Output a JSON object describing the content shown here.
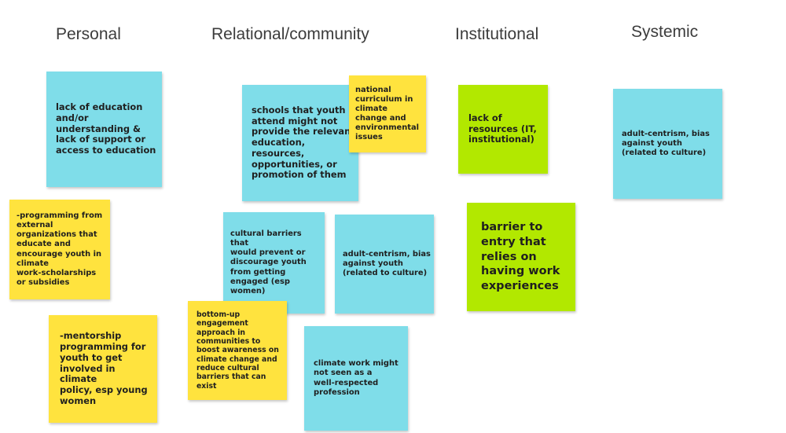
{
  "columns": {
    "personal": "Personal",
    "relational": "Relational/community",
    "institutional": "Institutional",
    "systemic": "Systemic"
  },
  "colors": {
    "blue": "#7fdde9",
    "yellow": "#ffe33e",
    "green": "#b2e800"
  },
  "notes": {
    "lack_of_education": "lack of education\nand/or\nunderstanding &\nlack of support or\naccess to education",
    "external_programming": "-programming from\nexternal\norganizations that\neducate and\nencourage youth in\nclimate\nwork-scholarships\nor subsidies",
    "mentorship": "-mentorship\nprogramming for\nyouth to get\ninvolved in climate\npolicy, esp young\nwomen",
    "schools": "schools that youth\nattend might not\nprovide the relevant\neducation,\nresources,\nopportunities, or\npromotion of them",
    "national_curriculum": "national\ncurriculum in\nclimate\nchange and\nenvironmental\nissues",
    "cultural_barriers": "cultural barriers that\nwould prevent or\ndiscourage youth\nfrom getting\nengaged (esp\nwomen)",
    "adult_centrism_relational": "adult-centrism, bias\nagainst youth\n(related to culture)",
    "bottom_up": "bottom-up\nengagement\napproach in\ncommunities to\nboost awareness on\nclimate change and\nreduce cultural\nbarriers that can\nexist",
    "climate_work": "climate work might\nnot seen as a\nwell-respected\nprofession",
    "lack_of_resources": "lack of\nresources (IT,\ninstitutional)",
    "barrier_to_entry": "barrier to\nentry that\nrelies on\nhaving work\nexperiences",
    "adult_centrism_systemic": "adult-centrism, bias\nagainst youth\n(related to culture)"
  }
}
